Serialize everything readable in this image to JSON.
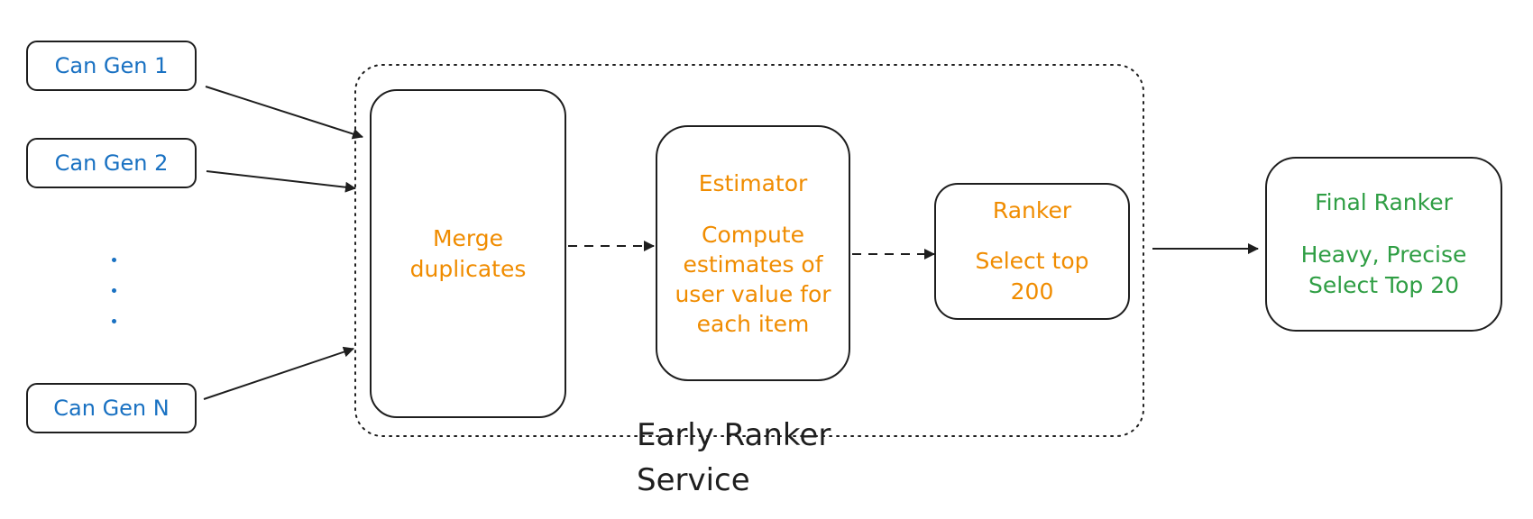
{
  "colors": {
    "stroke": "#1e1e1e",
    "generator_text": "#1971c2",
    "stage_text": "#f08c00",
    "final_text": "#2f9e44"
  },
  "generators": [
    {
      "label": "Can Gen 1"
    },
    {
      "label": "Can Gen 2"
    },
    {
      "label": "Can Gen N"
    }
  ],
  "ellipsis_icon": "vertical-ellipsis",
  "frame": {
    "title_line1": "Early Ranker",
    "title_line2": "Service"
  },
  "merge": {
    "line1": "Merge",
    "line2": "duplicates"
  },
  "estimator": {
    "title": "Estimator",
    "line1": "Compute",
    "line2": "estimates of",
    "line3": "user value for",
    "line4": "each item"
  },
  "ranker": {
    "title": "Ranker",
    "line1": "Select top",
    "line2": "200"
  },
  "final_ranker": {
    "title": "Final Ranker",
    "line1": "Heavy, Precise",
    "line2": "Select Top 20"
  }
}
